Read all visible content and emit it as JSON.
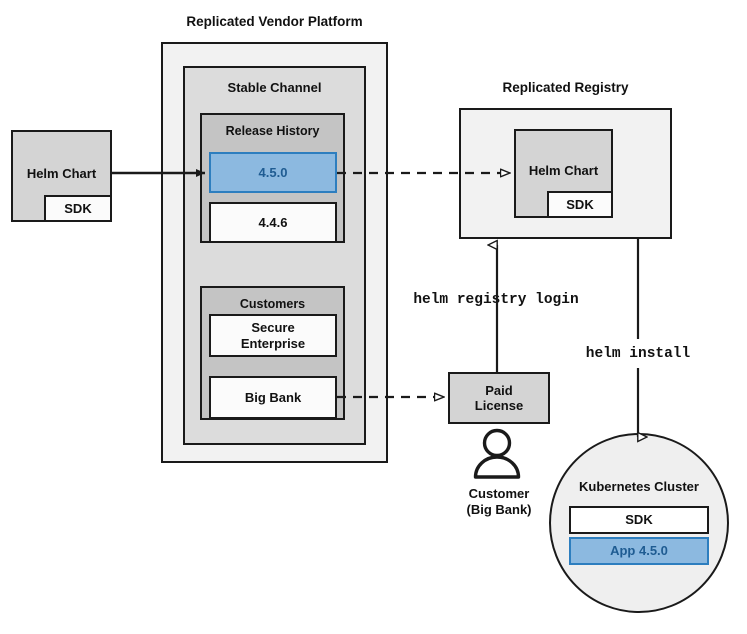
{
  "diagram": {
    "title_vendor_platform": "Replicated Vendor Platform",
    "title_registry": "Replicated Registry",
    "stable_channel": "Stable Channel",
    "release_history": "Release History",
    "customers": "Customers",
    "kubernetes_cluster": "Kubernetes Cluster"
  },
  "source_chart": {
    "name": "Helm Chart",
    "sdk": "SDK"
  },
  "releases": [
    {
      "version": "4.5.0",
      "highlighted": true
    },
    {
      "version": "4.4.6",
      "highlighted": false
    }
  ],
  "customer_list": [
    {
      "name": "Secure Enterprise",
      "line1": "Secure",
      "line2": "Enterprise"
    },
    {
      "name": "Big Bank",
      "line1": "Big Bank",
      "line2": ""
    }
  ],
  "registry_chart": {
    "name": "Helm Chart",
    "sdk": "SDK"
  },
  "license": {
    "line1": "Paid",
    "line2": "License"
  },
  "customer_actor": {
    "line1": "Customer",
    "line2": "(Big Bank)",
    "icon": "person-icon"
  },
  "cluster_contents": [
    {
      "label": "SDK",
      "highlighted": false
    },
    {
      "label": "App 4.5.0",
      "highlighted": true
    }
  ],
  "commands": {
    "registry_login": "helm registry login",
    "install": "helm install"
  },
  "colors": {
    "accent_blue_fill": "#8cb9e0",
    "accent_blue_border": "#2d7ebf",
    "accent_blue_text": "#1f5c92",
    "stroke": "#1a1a1a",
    "fill_outer": "#f2f2f2",
    "fill_channel": "#dcdcdc",
    "fill_group": "#c4c4c4",
    "fill_box": "#d4d4d4",
    "fill_white": "#fbfbfb"
  }
}
